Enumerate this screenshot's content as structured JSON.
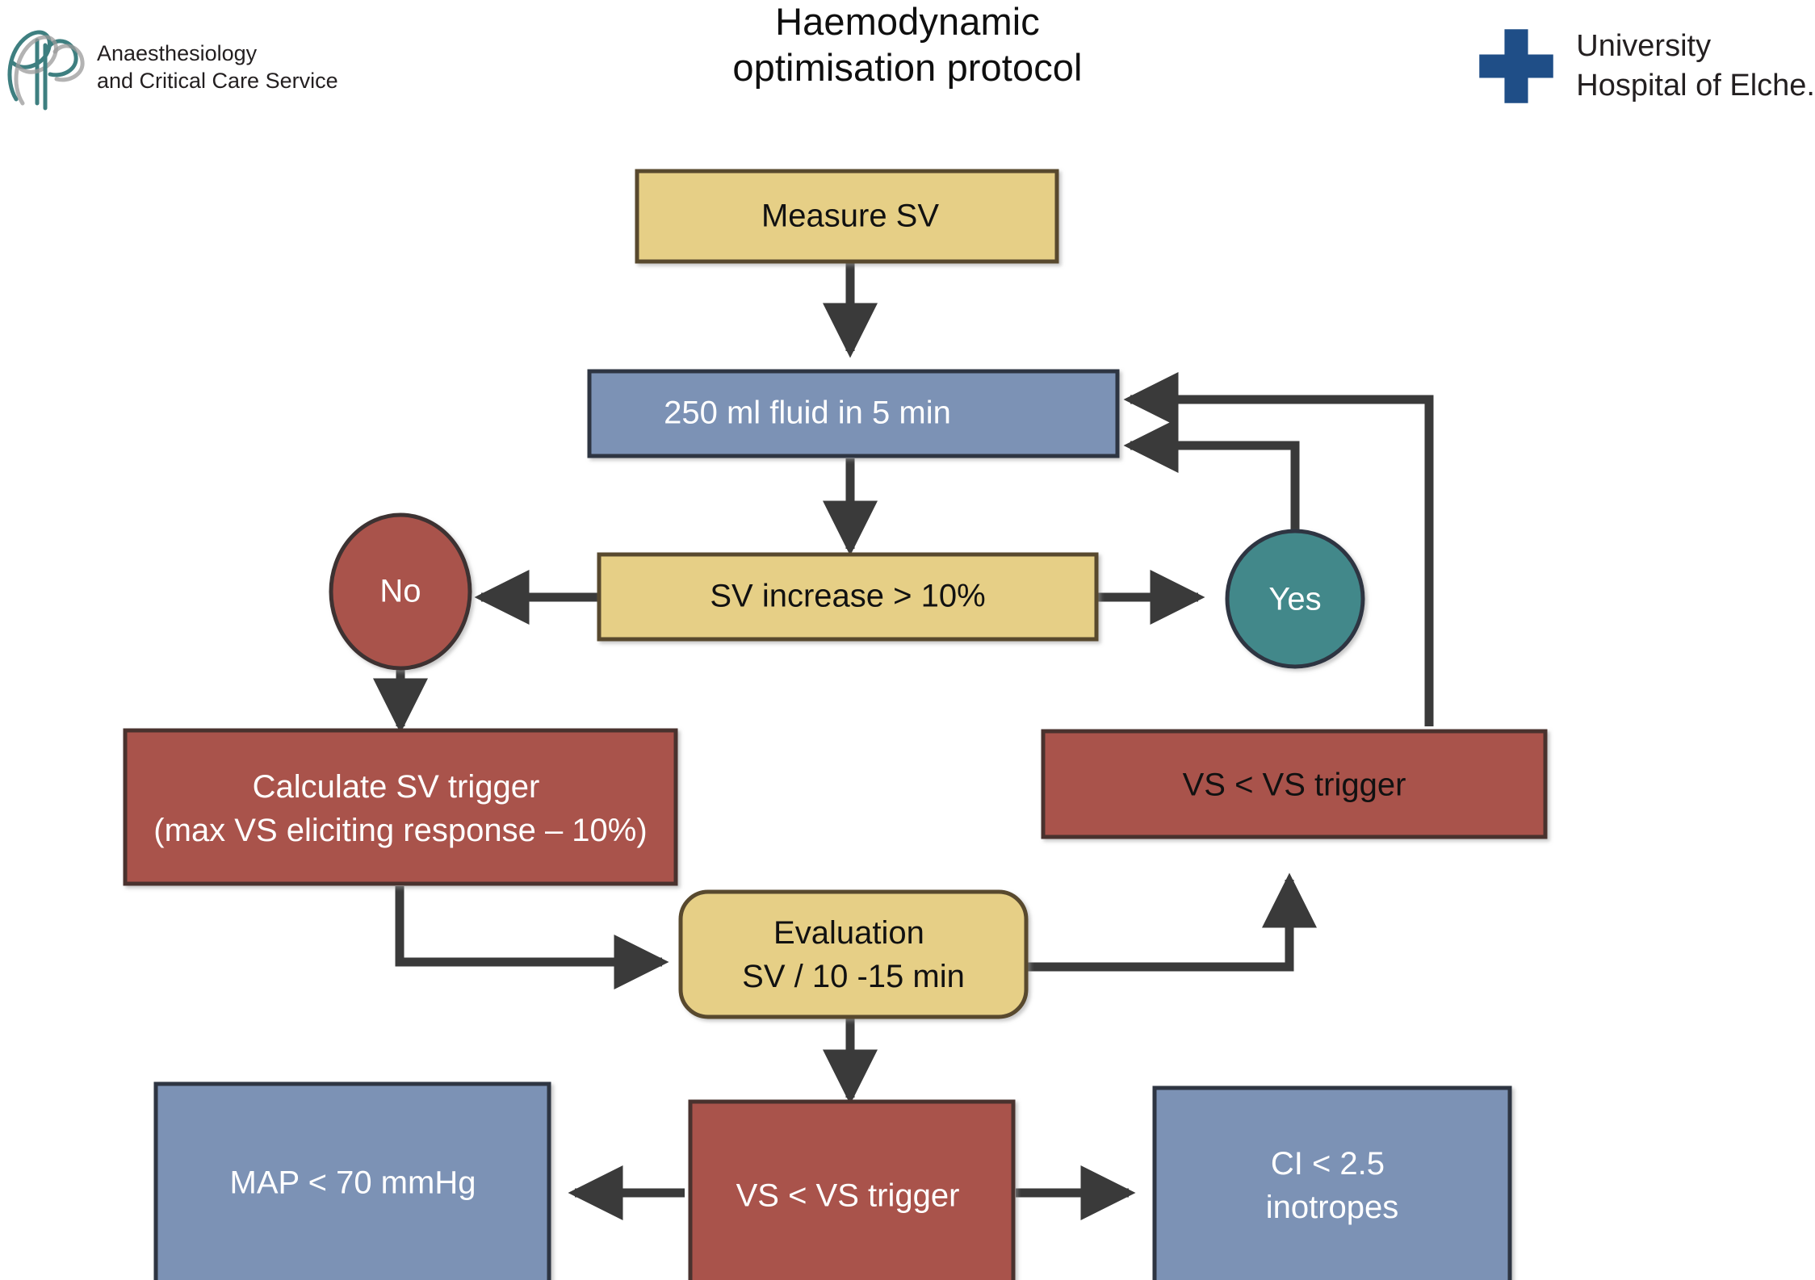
{
  "header": {
    "title": "Haemodynamic\noptimisation protocol",
    "left_logo": {
      "icon": "anaesthesiology-monogram-icon",
      "text": "Anaesthesiology\nand Critical Care Service"
    },
    "right_logo": {
      "icon": "medical-cross-icon",
      "text": "University\nHospital of Elche."
    }
  },
  "colors": {
    "yellow_fill": "#E6CF86",
    "yellow_stroke": "#594A2E",
    "blue_fill": "#7C92B5",
    "blue_stroke": "#2E3542",
    "red_fill": "#A9524C",
    "red_stroke": "#4A322F",
    "teal_fill": "#43888A",
    "teal_stroke": "#2E3542",
    "connector": "#3A3A3A",
    "cross_blue": "#1F4E87",
    "monogram_teal": "#3E7F80",
    "monogram_gray": "#9A9A9A",
    "text_dark": "#111111",
    "text_light": "#FFFFFF"
  },
  "nodes": [
    {
      "id": "measure-sv",
      "label": "Measure SV",
      "shape": "rect",
      "fill": "yellow",
      "text_color": "dark"
    },
    {
      "id": "fluid-bolus",
      "label": "250 ml fluid in 5 min",
      "shape": "rect",
      "fill": "blue",
      "text_color": "light"
    },
    {
      "id": "sv-increase",
      "label": "SV increase > 10%",
      "shape": "rect",
      "fill": "yellow",
      "text_color": "dark"
    },
    {
      "id": "decision-no",
      "label": "No",
      "shape": "ellipse",
      "fill": "red",
      "text_color": "light"
    },
    {
      "id": "decision-yes",
      "label": "Yes",
      "shape": "ellipse",
      "fill": "teal",
      "text_color": "light"
    },
    {
      "id": "calculate-trigger",
      "label": "Calculate SV trigger\n(max VS eliciting response – 10%)",
      "shape": "rect",
      "fill": "red",
      "text_color": "light"
    },
    {
      "id": "vs-trigger-upper",
      "label": "VS < VS trigger",
      "shape": "rect",
      "fill": "red",
      "text_color": "dark"
    },
    {
      "id": "evaluation",
      "label": "Evaluation\nSV / 10 -15 min",
      "shape": "round-rect",
      "fill": "yellow",
      "text_color": "dark"
    },
    {
      "id": "vs-trigger-lower",
      "label": "VS < VS trigger",
      "shape": "rect",
      "fill": "red",
      "text_color": "light"
    },
    {
      "id": "map-low",
      "label": "MAP < 70 mmHg",
      "shape": "rect",
      "fill": "blue",
      "text_color": "light"
    },
    {
      "id": "ci-inotropes",
      "label": "CI < 2.5\ninotropes",
      "shape": "rect",
      "fill": "blue",
      "text_color": "light"
    }
  ],
  "edges": [
    {
      "id": "measure-to-fluid",
      "from": "measure-sv",
      "to": "fluid-bolus",
      "label": ""
    },
    {
      "id": "fluid-to-sv-increase",
      "from": "fluid-bolus",
      "to": "sv-increase",
      "label": ""
    },
    {
      "id": "sv-increase-to-no",
      "from": "sv-increase",
      "to": "decision-no",
      "label": ""
    },
    {
      "id": "sv-increase-to-yes",
      "from": "sv-increase",
      "to": "decision-yes",
      "label": ""
    },
    {
      "id": "yes-to-fluid-feedback",
      "from": "decision-yes",
      "to": "fluid-bolus",
      "label": ""
    },
    {
      "id": "no-to-calculate",
      "from": "decision-no",
      "to": "calculate-trigger",
      "label": ""
    },
    {
      "id": "calculate-to-evaluation",
      "from": "calculate-trigger",
      "to": "evaluation",
      "label": ""
    },
    {
      "id": "evaluation-to-vs-upper",
      "from": "evaluation",
      "to": "vs-trigger-upper",
      "label": ""
    },
    {
      "id": "vs-upper-to-fluid-feedback",
      "from": "vs-trigger-upper",
      "to": "fluid-bolus",
      "label": ""
    },
    {
      "id": "evaluation-to-vs-lower",
      "from": "evaluation",
      "to": "vs-trigger-lower",
      "label": ""
    },
    {
      "id": "vs-lower-to-map",
      "from": "vs-trigger-lower",
      "to": "map-low",
      "label": ""
    },
    {
      "id": "vs-lower-to-ci",
      "from": "vs-trigger-lower",
      "to": "ci-inotropes",
      "label": ""
    }
  ]
}
